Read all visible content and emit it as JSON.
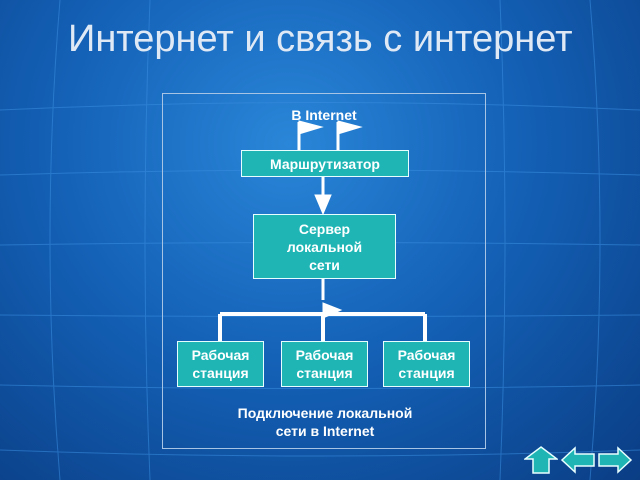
{
  "slide": {
    "title": "Интернет и связь с интернет"
  },
  "diagram": {
    "top_label": "В Internet",
    "router": "Маршрутизатор",
    "server": "Сервер\nлокальной\nсети",
    "workstations": [
      "Рабочая\nстанция",
      "Рабочая\nстанция",
      "Рабочая\nстанция"
    ],
    "caption": "Подключение локальной\nсети в Internet"
  },
  "colors": {
    "box_fill": "#1fb5b5",
    "nav_fill": "#1fb5b5",
    "background": "#1462b8"
  },
  "navigation": {
    "home_icon": "home-up-arrow-icon",
    "back_icon": "left-arrow-icon",
    "forward_icon": "right-arrow-icon"
  }
}
